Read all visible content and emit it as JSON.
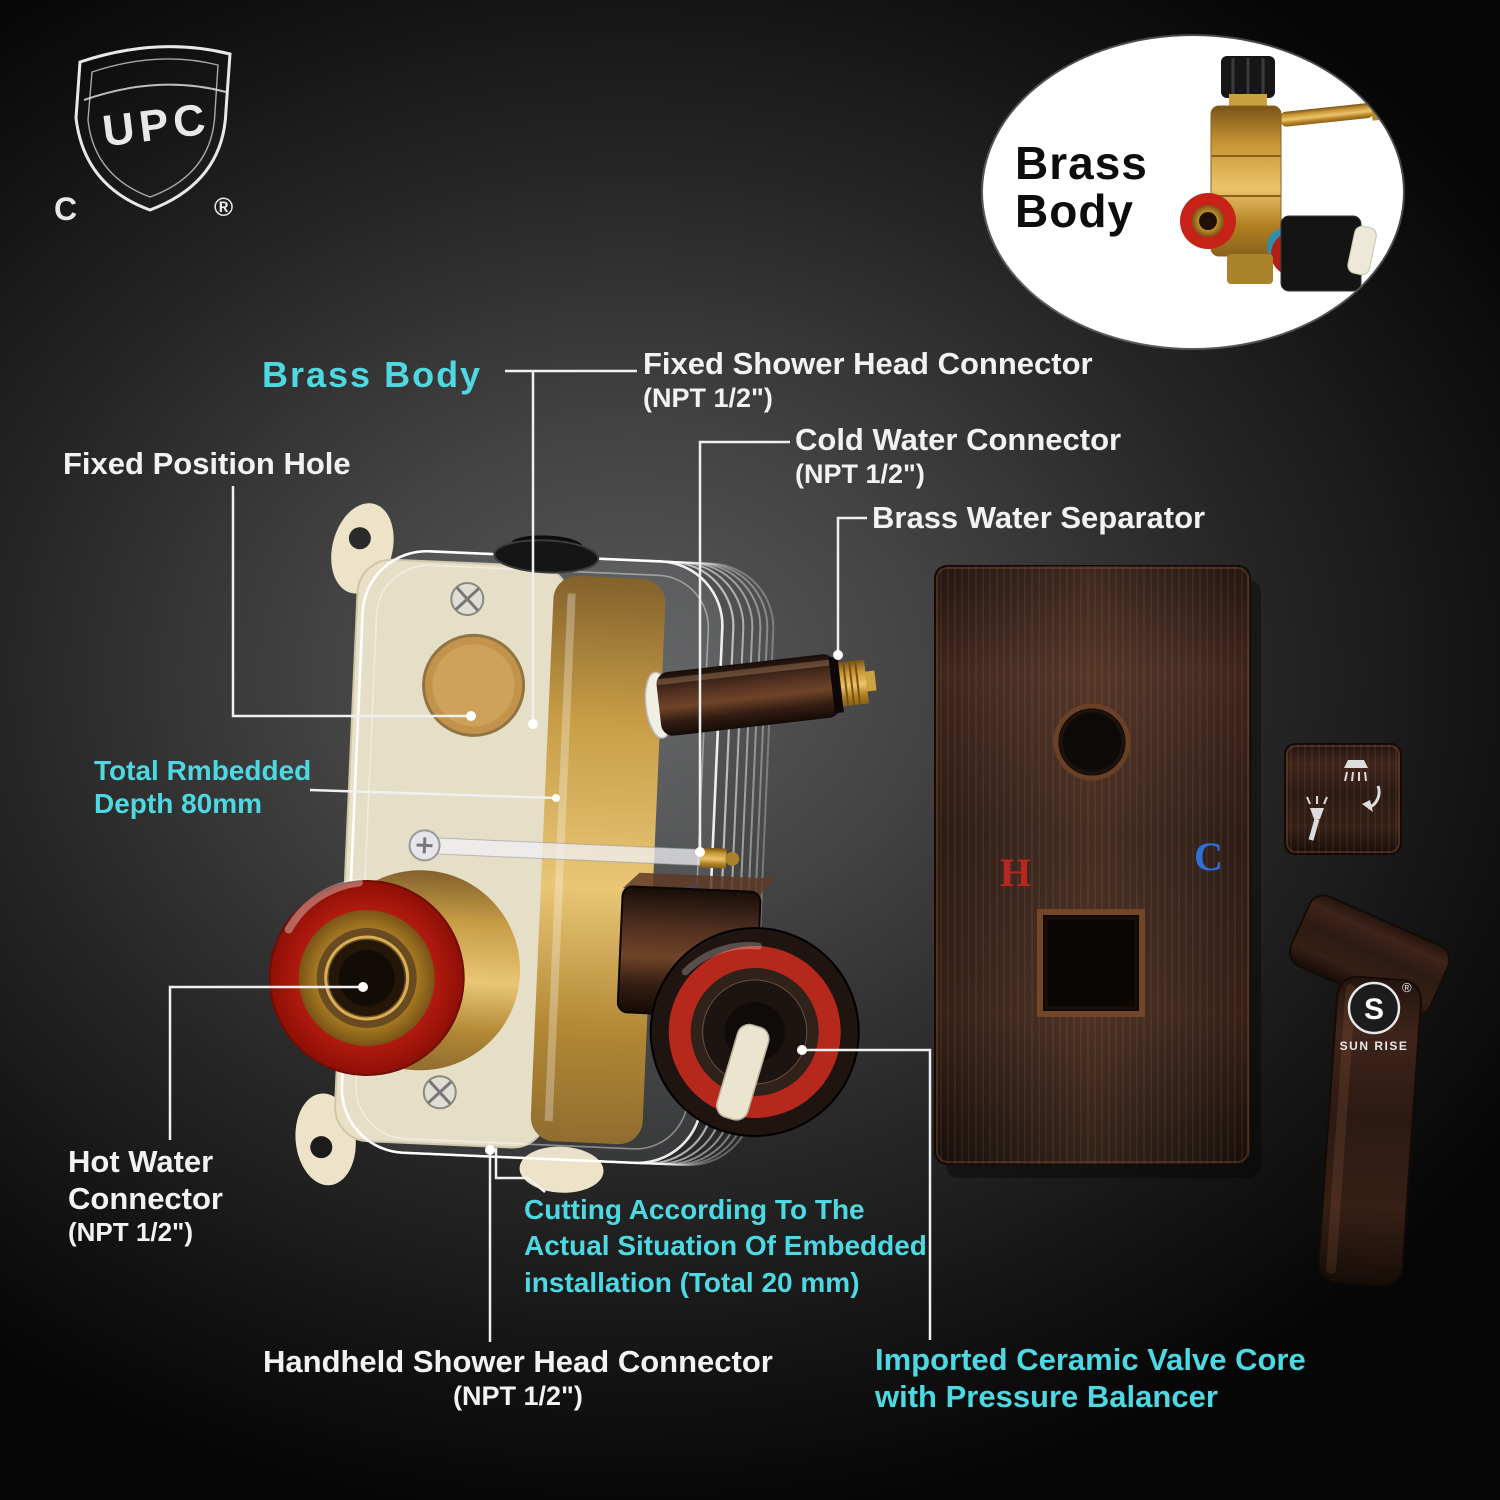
{
  "certification": {
    "shield_letters": "UPC",
    "prefix_letter": "C",
    "registered_mark": "®"
  },
  "inset": {
    "line1": "Brass",
    "line2": "Body"
  },
  "callouts": {
    "brass_body": "Brass Body",
    "fixed_shower_head": {
      "label": "Fixed Shower Head Connector",
      "spec": "(NPT 1/2\")"
    },
    "cold_water": {
      "label": "Cold Water Connector",
      "spec": "(NPT 1/2\")"
    },
    "water_separator": {
      "label": "Brass Water Separator"
    },
    "fixed_position_hole": {
      "label": "Fixed Position Hole"
    },
    "embedded_depth": {
      "line1": "Total Rmbedded",
      "line2": "Depth 80mm"
    },
    "hot_water": {
      "line1": "Hot Water",
      "line2": "Connector",
      "spec": "(NPT 1/2\")"
    },
    "cutting_note": {
      "line1": "Cutting According To The",
      "line2": "Actual Situation Of Embedded",
      "line3": "installation (Total 20 mm)"
    },
    "handheld_shower": {
      "label": "Handheld Shower Head Connector",
      "spec": "(NPT 1/2\")"
    },
    "ceramic_core": {
      "line1": "Imported Ceramic Valve Core",
      "line2": "with Pressure Balancer"
    }
  },
  "faceplate": {
    "hot_marker": "H",
    "cold_marker": "C"
  },
  "handle": {
    "logo_letter": "S",
    "brand": "SUN RISE",
    "registered_mark": "®"
  },
  "colors": {
    "accent_cyan": "#4ed9e2",
    "hot_red": "#b5271f",
    "cold_blue": "#2f6fd8",
    "brass": "#d2a238",
    "bronze": "#3a2218"
  }
}
